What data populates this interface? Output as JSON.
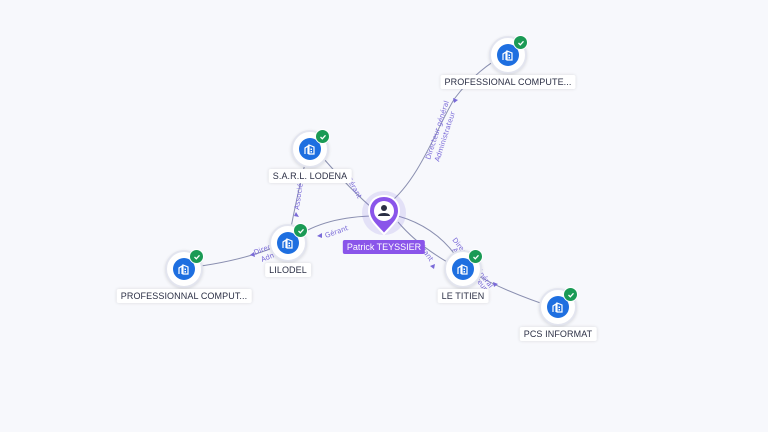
{
  "center": {
    "label": "Patrick TEYSSIER",
    "icon": "person-icon"
  },
  "nodes": [
    {
      "id": "pc_top",
      "label": "PROFESSIONAL COMPUTE...",
      "icon": "building-icon",
      "verified": true
    },
    {
      "id": "lodena",
      "label": "S.A.R.L. LODENA",
      "icon": "building-icon",
      "verified": true
    },
    {
      "id": "lilodel",
      "label": "LILODEL",
      "icon": "building-icon",
      "verified": true
    },
    {
      "id": "pc_left",
      "label": "PROFESSIONNAL COMPUT...",
      "icon": "building-icon",
      "verified": true
    },
    {
      "id": "titien",
      "label": "LE TITIEN",
      "icon": "building-icon",
      "verified": true
    },
    {
      "id": "pcs",
      "label": "PCS INFORMAT",
      "icon": "building-icon",
      "verified": true
    }
  ],
  "edges": {
    "center_pc_top": [
      "Directeur général",
      "Administrateur"
    ],
    "center_lodena": [
      "Gérant"
    ],
    "lodena_lilodel": [
      "Associé"
    ],
    "center_lilodel": [
      "Gérant"
    ],
    "lilodel_pc_left": [
      "Directeur",
      "Adm"
    ],
    "center_titien": [
      "Gérant"
    ],
    "titien_pcs": [
      "Directeur général",
      "Administrateur"
    ]
  },
  "colors": {
    "accent": "#8a55ea",
    "node": "#1e6fe0",
    "verified": "#1a9a55",
    "edge": "#8a8fb0",
    "edge_label": "#7a6ad8"
  }
}
